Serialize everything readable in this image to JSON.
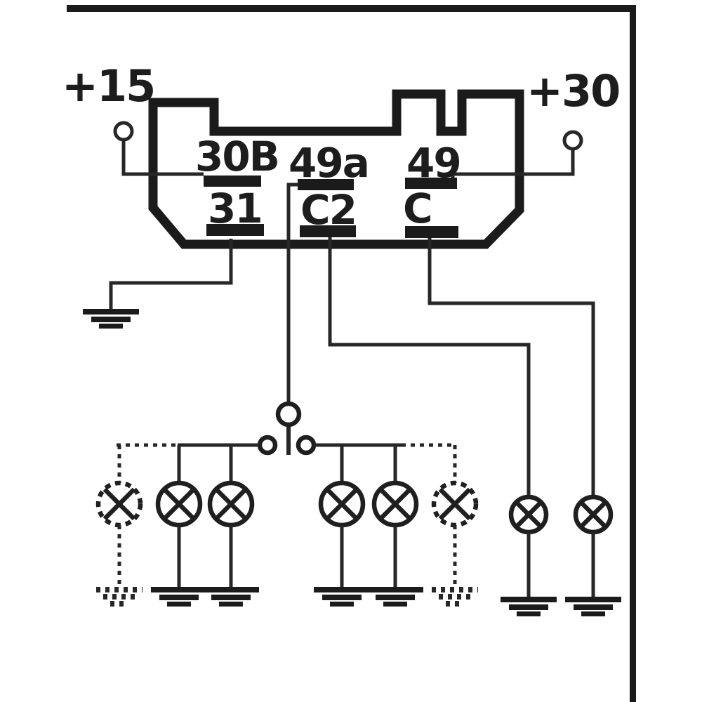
{
  "canvas": {
    "background": "#ffffff",
    "ink": "#1c1c1c"
  },
  "terminals": {
    "plus15": "+15",
    "plus30": "+30",
    "t30b": "30B",
    "t49a": "49a",
    "t49": "49",
    "t31": "31",
    "tc2": "C2",
    "tc": "C"
  },
  "relay": {
    "top_row_terminals": [
      "30B",
      "49a",
      "49"
    ],
    "bottom_row_terminals": [
      "31",
      "C2",
      "C"
    ]
  },
  "symbols": {
    "lamp_icon": "circle-with-x-cross",
    "ground_icon": "three-stacked-bars",
    "connector_icon": "small-open-circle",
    "switch_icon": "three-contact-circles",
    "dashed_elements": [
      "leftmost-lamp",
      "rightmost-group-lamp",
      "their-grounds",
      "their-wires"
    ]
  },
  "counts": {
    "left_lamp_group": 3,
    "right_lamp_group": 3,
    "indicator_lamps": 2,
    "ground_symbols": 9,
    "supply_connectors": 2
  }
}
